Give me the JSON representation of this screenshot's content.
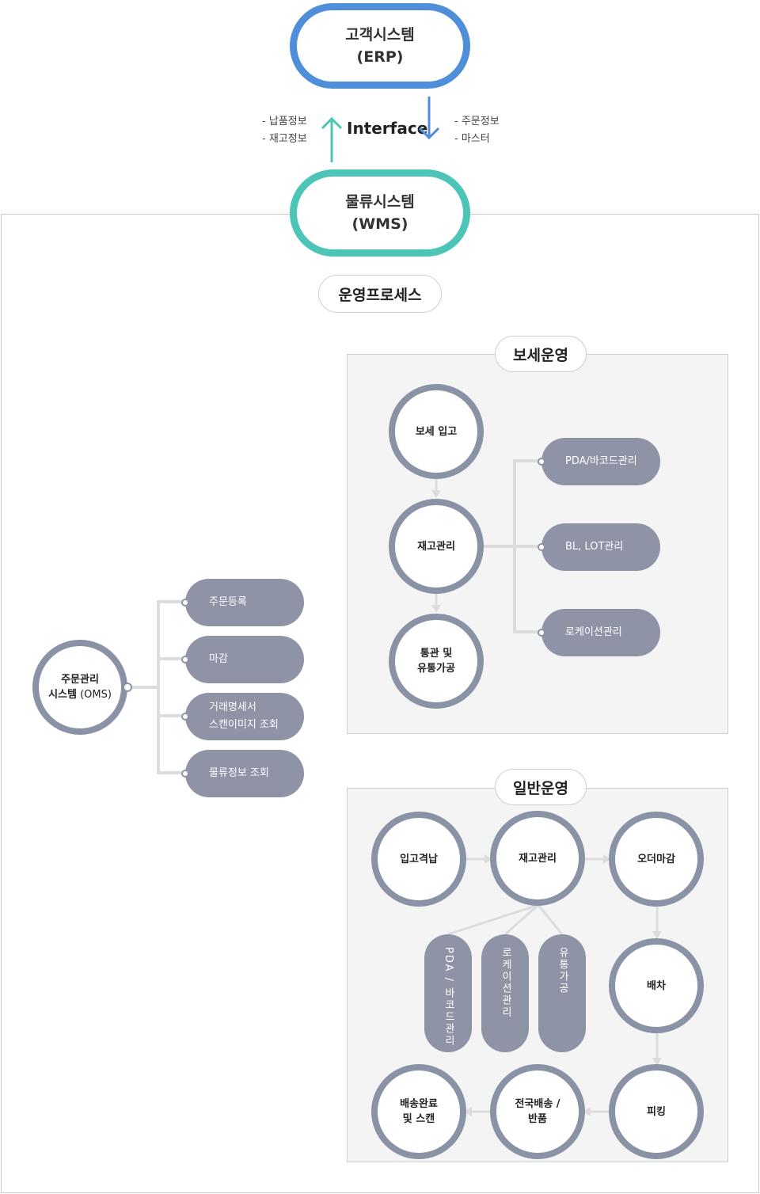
{
  "top": {
    "erp": {
      "line1": "고객시스템",
      "line2": "(ERP)"
    },
    "interface_label": "Interface",
    "left_items": [
      "- 납품정보",
      "- 재고정보"
    ],
    "right_items": [
      "- 주문정보",
      "- 마스터"
    ],
    "wms": {
      "line1": "물류시스템",
      "line2": "(WMS)"
    }
  },
  "process_tag": "운영프로세스",
  "oms": {
    "line1": "주문관리",
    "line2_bold": "시스템",
    "line2_light": " (OMS)",
    "items": [
      {
        "line1": "주문등록",
        "line2": ""
      },
      {
        "line1": "마감",
        "line2": ""
      },
      {
        "line1": "거래명세서",
        "line2": "스캔이미지 조회"
      },
      {
        "line1": "물류정보 조회",
        "line2": ""
      }
    ]
  },
  "bonded": {
    "tag": "보세운영",
    "nodes": [
      {
        "line1": "보세 입고",
        "line2": ""
      },
      {
        "line1": "재고관리",
        "line2": ""
      },
      {
        "line1": "통관 및",
        "line2": "유통가공"
      }
    ],
    "items": [
      "PDA/바코드관리",
      "BL, LOT관리",
      "로케이션관리"
    ]
  },
  "general": {
    "tag": "일반운영",
    "nodes": {
      "inbound": "입고격납",
      "inventory": "재고관리",
      "order_close": "오더마감",
      "dispatch": "배차",
      "picking": "피킹",
      "delivery": {
        "line1": "전국배송 /",
        "line2": "반품"
      },
      "complete": {
        "line1": "배송완료",
        "line2": "및 스캔"
      }
    },
    "sub_items": [
      "PDA / 바코드관리",
      "로케이션관리",
      "유통가공"
    ]
  },
  "colors": {
    "erp": "#4f8fd9",
    "wms": "#4cc5b7",
    "node_border": "#8a92a5",
    "pill": "#8e94a6",
    "connector": "#dcdcdc",
    "panel": "#f4f4f4"
  }
}
